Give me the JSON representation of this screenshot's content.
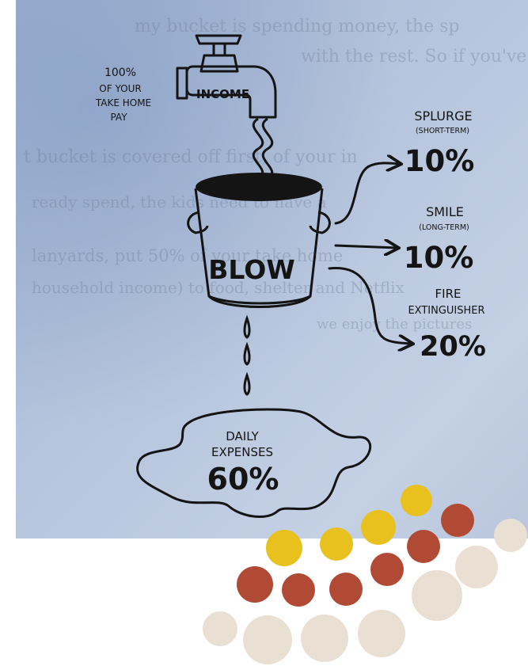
{
  "source": {
    "label_top": "100%",
    "label_lines": [
      "OF YOUR",
      "TAKE HOME",
      "PAY"
    ],
    "tap_label": "INCOME"
  },
  "bucket": {
    "label": "BLOW"
  },
  "outflows": [
    {
      "title": "SPLURGE",
      "subtitle": "(SHORT-TERM)",
      "percent": "10%"
    },
    {
      "title": "SMILE",
      "subtitle": "(LONG-TERM)",
      "percent": "10%"
    },
    {
      "title_lines": [
        "FIRE",
        "EXTINGUISHER"
      ],
      "percent": "20%"
    }
  ],
  "puddle": {
    "lines": [
      "DAILY",
      "EXPENSES"
    ],
    "percent": "60%"
  },
  "background_text": [
    "my bucket is spending money, the sp",
    "with the rest. So if you've really n",
    "t bucket is covered off first, of your in",
    "ready spend, the kids need to have a",
    "lanyards, put 50% of your take home",
    "household income) to food, shelter and Netflix",
    "we enjoy the pictures"
  ],
  "colors": {
    "paper": "#a9bbd6",
    "ink": "#141414",
    "dot_yellow": "#e9c11e",
    "dot_red": "#b04a34",
    "dot_beige": "#eadfd3"
  }
}
